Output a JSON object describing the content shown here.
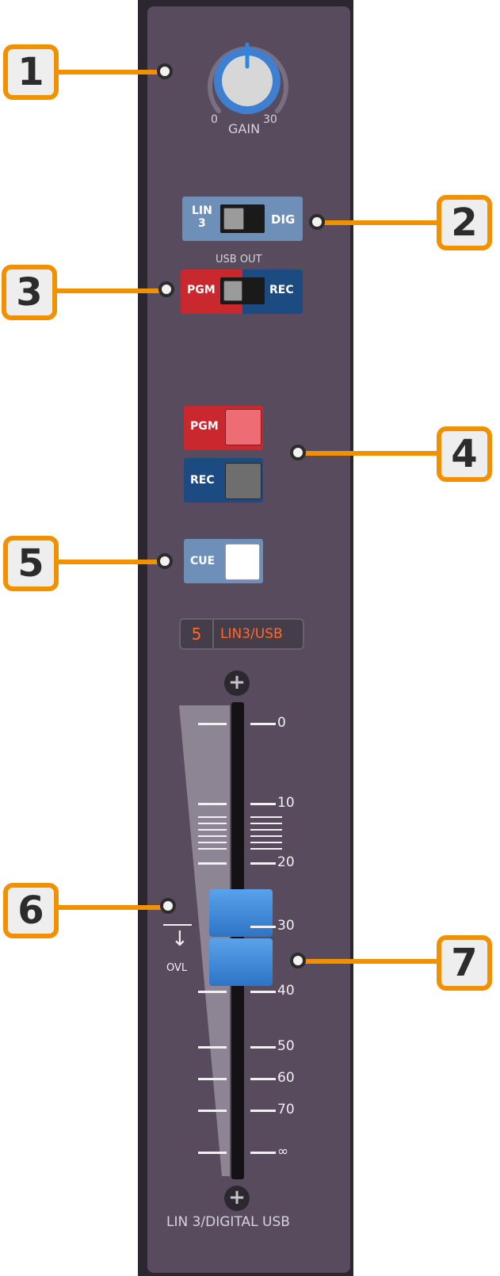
{
  "channel": {
    "gain": {
      "label": "GAIN",
      "min_label": "0",
      "max_label": "30"
    },
    "input_switch": {
      "left_label_line1": "LIN",
      "left_label_line2": "3",
      "right_label": "DIG"
    },
    "usb_out": {
      "heading": "USB OUT",
      "left_label": "PGM",
      "right_label": "REC"
    },
    "bus_buttons": {
      "pgm_label": "PGM",
      "rec_label": "REC"
    },
    "cue_button": {
      "label": "CUE"
    },
    "channel_display": {
      "number": "5",
      "name": "LIN3/USB"
    },
    "fader": {
      "plus_top": "+",
      "plus_bottom": "+",
      "scale": [
        "0",
        "10",
        "20",
        "30",
        "40",
        "50",
        "60",
        "70",
        "∞"
      ],
      "ovl_label": "OVL",
      "ovl_arrow": "↓"
    },
    "footer_label": "LIN 3/DIGITAL USB"
  },
  "callouts": [
    "1",
    "2",
    "3",
    "4",
    "5",
    "6",
    "7"
  ],
  "colors": {
    "accent": "#f29100",
    "panel": "#574b5d",
    "pgm_red": "#c8282e",
    "rec_blue": "#1c4b82",
    "fader_blue": "#3a86d6",
    "display_text": "#ff6a2a"
  }
}
